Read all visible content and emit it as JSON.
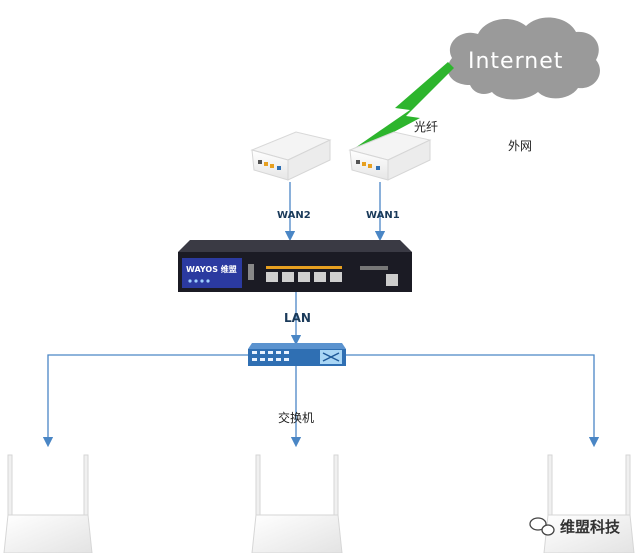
{
  "labels": {
    "internet": "Internet",
    "fiber": "光纤",
    "external_net": "外网",
    "wan2": "WAN2",
    "wan1": "WAN1",
    "lan": "LAN",
    "switch": "交换机",
    "watermark": "维盟科技",
    "router_brand": "WAYOS 维盟"
  },
  "colors": {
    "link_line": "#4a86c5",
    "cloud": "#9a9a9a",
    "lightning": "#2db52d",
    "router_body": "#1b1b24",
    "switch_body": "#2f6fb3"
  }
}
